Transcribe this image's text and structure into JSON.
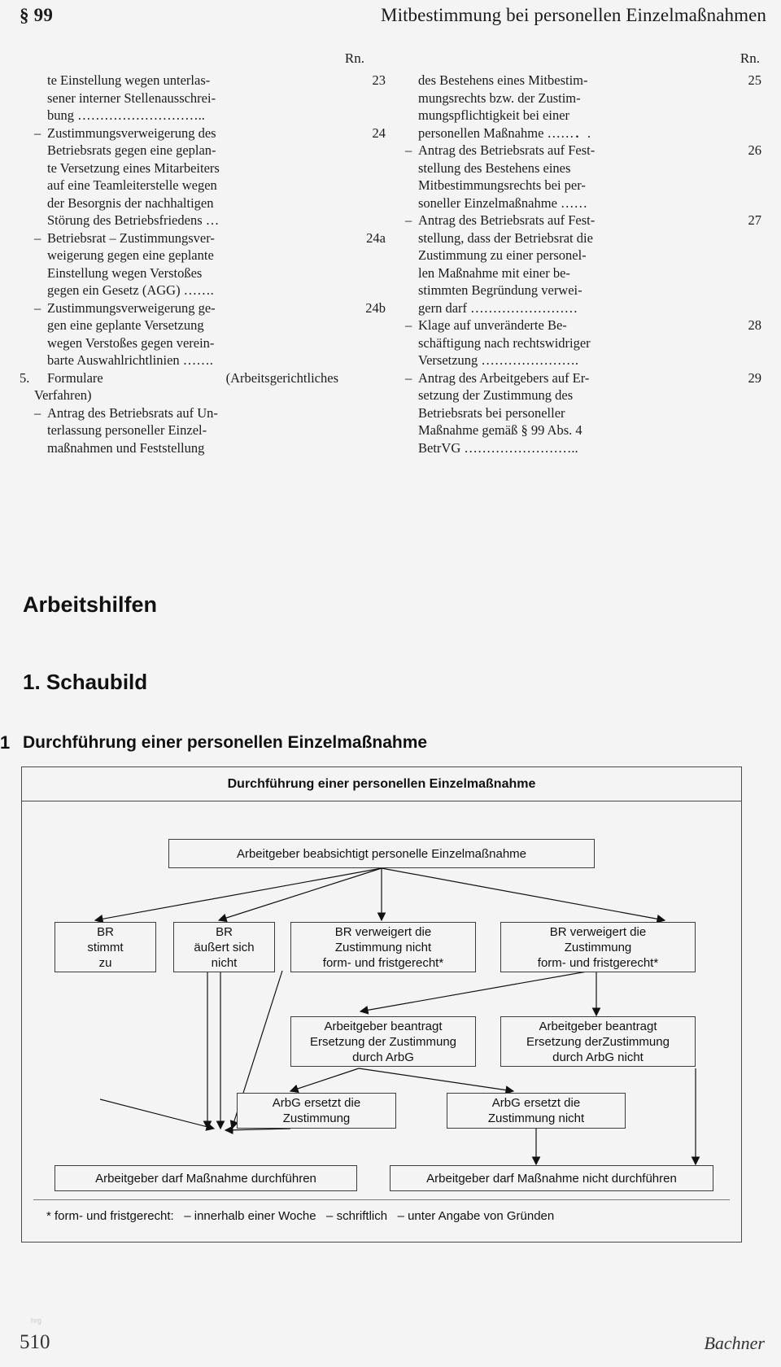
{
  "runninghead": {
    "section": "§ 99",
    "title": "Mitbestimmung bei personellen Einzelmaßnahmen"
  },
  "toc": {
    "rn_header": "Rn.",
    "left_column": [
      {
        "marker": "",
        "dash": "",
        "lines": [
          "te Einstellung wegen unterlas-",
          "sener interner Stellenausschrei-",
          "bung ……………………….."
        ],
        "rn": "23"
      },
      {
        "marker": "",
        "dash": "–",
        "lines": [
          "Zustimmungsverweigerung des",
          "Betriebsrats gegen eine geplan-",
          "te Versetzung eines Mitarbeiters",
          "auf eine Teamleiterstelle wegen",
          "der Besorgnis der nachhaltigen",
          "Störung des Betriebsfriedens …"
        ],
        "rn": "24"
      },
      {
        "marker": "",
        "dash": "–",
        "lines": [
          "Betriebsrat – Zustimmungsver-",
          "weigerung gegen eine geplante",
          "Einstellung wegen Verstoßes",
          "gegen ein Gesetz (AGG) ……."
        ],
        "rn": "24a"
      },
      {
        "marker": "",
        "dash": "–",
        "lines": [
          "Zustimmungsverweigerung ge-",
          "gen eine geplante Versetzung",
          "wegen Verstoßes gegen verein-",
          "barte Auswahlrichtlinien ……."
        ],
        "rn": "24b"
      },
      {
        "marker": "5.",
        "dash": "",
        "lines": [
          "Formulare (Arbeitsgerichtliches",
          "Verfahren)"
        ],
        "rn": ""
      },
      {
        "marker": "",
        "dash": "–",
        "lines": [
          "Antrag des Betriebsrats auf Un-",
          "terlassung personeller Einzel-",
          "maßnahmen und Feststellung"
        ],
        "rn": ""
      }
    ],
    "right_column": [
      {
        "dash": "",
        "lines": [
          "des Bestehens eines Mitbestim-",
          "mungsrechts bzw. der Zustim-",
          "mungspflichtigkeit bei einer",
          "personellen Maßnahme ……．."
        ],
        "rn": "25"
      },
      {
        "dash": "–",
        "lines": [
          "Antrag des Betriebsrats auf Fest-",
          "stellung des Bestehens eines",
          "Mitbestimmungsrechts bei per-",
          "soneller Einzelmaßnahme ……"
        ],
        "rn": "26"
      },
      {
        "dash": "–",
        "lines": [
          "Antrag des Betriebsrats auf Fest-",
          "stellung, dass der Betriebsrat die",
          "Zustimmung zu einer personel-",
          "len Maßnahme mit einer be-",
          "stimmten Begründung verwei-",
          "gern darf ……………………"
        ],
        "rn": "27"
      },
      {
        "dash": "–",
        "lines": [
          "Klage auf unveränderte Be-",
          "schäftigung nach rechtswidriger",
          "Versetzung …………………."
        ],
        "rn": "28"
      },
      {
        "dash": "–",
        "lines": [
          "Antrag des Arbeitgebers auf Er-",
          "setzung der Zustimmung des",
          "Betriebsrats bei personeller",
          "Maßnahme gemäß § 99 Abs. 4",
          "BetrVG …………………….."
        ],
        "rn": "29"
      }
    ]
  },
  "headings": {
    "arbeitshilfen": "Arbeitshilfen",
    "schaubild": "1. Schaubild",
    "figure_marker": "1",
    "figure_title": "Durchführung einer personellen Einzelmaßnahme"
  },
  "chart_data": {
    "type": "diagram",
    "title": "Durchführung einer personellen Einzelmaßnahme",
    "nodes": [
      {
        "id": "root",
        "label": "Arbeitgeber beabsichtigt personelle Einzelmaßnahme"
      },
      {
        "id": "br1",
        "label": "BR\nstimmt\nzu"
      },
      {
        "id": "br2",
        "label": "BR\näußert sich\nnicht"
      },
      {
        "id": "br3",
        "label": "BR verweigert die\nZustimmung nicht\nform- und fristgerecht*"
      },
      {
        "id": "br4",
        "label": "BR verweigert die\nZustimmung\nform- und fristgerecht*"
      },
      {
        "id": "ag1",
        "label": "Arbeitgeber beantragt\nErsetzung der Zustimmung\ndurch ArbG"
      },
      {
        "id": "ag2",
        "label": "Arbeitgeber beantragt\nErsetzung derZustimmung\ndurch ArbG nicht"
      },
      {
        "id": "arbg1",
        "label": "ArbG ersetzt die\nZustimmung"
      },
      {
        "id": "arbg2",
        "label": "ArbG ersetzt die\nZustimmung nicht"
      },
      {
        "id": "end1",
        "label": "Arbeitgeber darf Maßnahme durchführen"
      },
      {
        "id": "end2",
        "label": "Arbeitgeber darf Maßnahme nicht durchführen"
      }
    ],
    "edges": [
      {
        "from": "root",
        "to": "br1"
      },
      {
        "from": "root",
        "to": "br2"
      },
      {
        "from": "root",
        "to": "br3"
      },
      {
        "from": "root",
        "to": "br4"
      },
      {
        "from": "br4",
        "to": "ag1"
      },
      {
        "from": "br4",
        "to": "ag2"
      },
      {
        "from": "ag1",
        "to": "arbg1"
      },
      {
        "from": "ag1",
        "to": "arbg2"
      },
      {
        "from": "br1",
        "to": "end1"
      },
      {
        "from": "br2",
        "to": "end1"
      },
      {
        "from": "br3",
        "to": "end1"
      },
      {
        "from": "arbg1",
        "to": "end1"
      },
      {
        "from": "arbg2",
        "to": "end2"
      },
      {
        "from": "ag2",
        "to": "end2"
      }
    ],
    "footnote": "* form- und fristgerecht:   – innerhalb einer Woche   – schriftlich   – unter Angabe von Gründen"
  },
  "chart_nodes": {
    "band": "Durchführung einer personellen Einzelmaßnahme",
    "root": "Arbeitgeber beabsichtigt personelle Einzelmaßnahme",
    "br1_l1": "BR",
    "br1_l2": "stimmt",
    "br1_l3": "zu",
    "br2_l1": "BR",
    "br2_l2": "äußert sich",
    "br2_l3": "nicht",
    "br3_l1": "BR verweigert die",
    "br3_l2": "Zustimmung nicht",
    "br3_l3": "form- und fristgerecht*",
    "br4_l1": "BR verweigert die",
    "br4_l2": "Zustimmung",
    "br4_l3": "form- und fristgerecht*",
    "ag1_l1": "Arbeitgeber beantragt",
    "ag1_l2": "Ersetzung der Zustimmung",
    "ag1_l3": "durch ArbG",
    "ag2_l1": "Arbeitgeber beantragt",
    "ag2_l2": "Ersetzung derZustimmung",
    "ag2_l3": "durch ArbG nicht",
    "arbg1_l1": "ArbG ersetzt die",
    "arbg1_l2": "Zustimmung",
    "arbg2_l1": "ArbG ersetzt die",
    "arbg2_l2": "Zustimmung nicht",
    "end1": "Arbeitgeber darf Maßnahme durchführen",
    "end2": "Arbeitgeber darf Maßnahme nicht durchführen",
    "footnote": "* form- und fristgerecht:   – innerhalb einer Woche   – schriftlich   – unter Angabe von Gründen"
  },
  "footer": {
    "marginal_tag": "hrg",
    "page_number": "510",
    "author": "Bachner"
  }
}
